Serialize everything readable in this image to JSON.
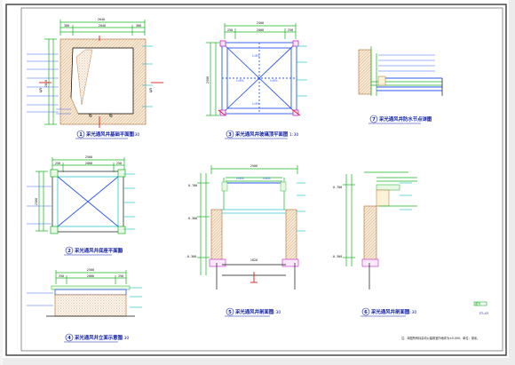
{
  "views": [
    {
      "num": "1",
      "title": "采光通风井基础平面图",
      "scale": "1:30",
      "section_mark": "5",
      "section_mark_2": "6",
      "dims": {
        "top": "2640",
        "top_split": [
          "300",
          "2040",
          "300"
        ],
        "side": "2640"
      }
    },
    {
      "num": "3",
      "title": "采光通风井玻璃顶平面图",
      "scale": "1:30",
      "dims": {
        "top": "2500",
        "top_split": [
          "250",
          "2000",
          "250"
        ],
        "side": "2500"
      },
      "labels": [
        "i=8%",
        "i=8%",
        "i=8%",
        "i=8%"
      ]
    },
    {
      "num": "7",
      "title": "采光通风井防水节点详图",
      "scale": "1:5"
    },
    {
      "num": "2",
      "title": "采光通风井底座平面图",
      "scale": "1:30",
      "dims": {
        "top": "2500",
        "top_split": [
          "250",
          "2000",
          "250"
        ],
        "side": "2500"
      }
    },
    {
      "num": "5",
      "title": "采光通风井剖面图",
      "scale": "1:30",
      "dims": {
        "level_top": "0.700",
        "level_mid": "0.300",
        "level_bot": "-0.300",
        "width": "1820",
        "top": "2500"
      },
      "labels": [
        "i=8%",
        "i=8%"
      ]
    },
    {
      "num": "6",
      "title": "采光通风井剖面图",
      "scale": "1:30",
      "dims": {
        "level_top": "0.700",
        "level_bot": "-0.300"
      }
    },
    {
      "num": "4",
      "title": "采光通风井立面示意图",
      "scale": "1:30",
      "dims": {
        "top": "2500",
        "top_split": [
          "250",
          "2000",
          "250"
        ]
      }
    }
  ],
  "note": "注：本图所有标高均以建筑室内地坪为±0.000，单位：毫米。",
  "stamp_text": "图号",
  "stamp_sub": "JT1-03"
}
